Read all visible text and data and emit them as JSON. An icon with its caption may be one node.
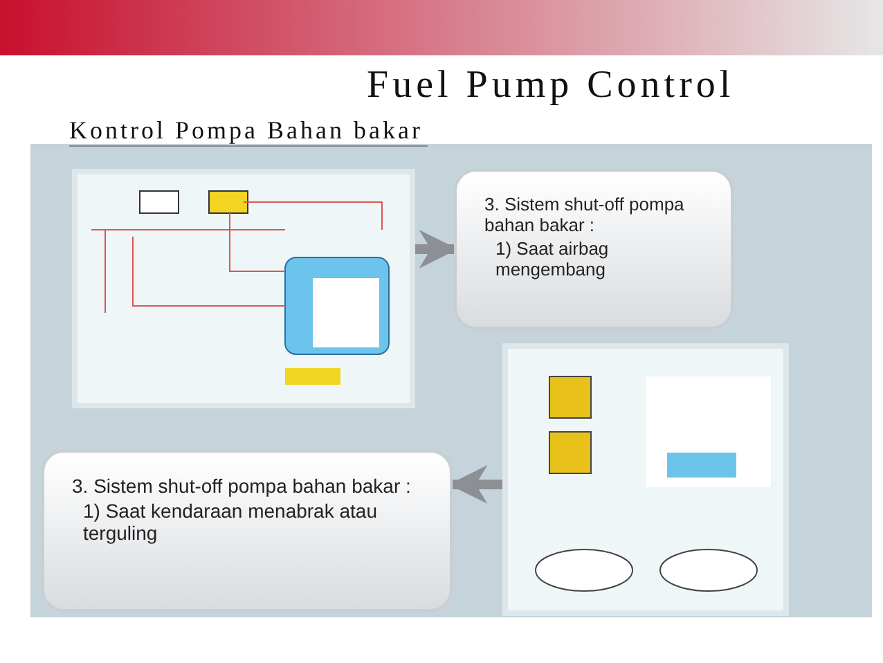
{
  "diagram": {
    "title": "Fuel Pump Control",
    "nodes": [
      {
        "text": [],
        "shape": "picture"
      },
      {
        "text": [
          "3. Sistem shut-off pompa bahan bakar :",
          "1) Saat airbag mengembang"
        ]
      },
      {
        "text": [],
        "shape": "picture"
      },
      {
        "text": [
          "3. Sistem shut-off pompa bahan bakar :",
          "1) Saat kendaraan menabrak atau terguling"
        ]
      }
    ],
    "edges": [
      {
        "from": 0,
        "to": 1,
        "arrow": "to"
      },
      {
        "from": 2,
        "to": 3,
        "arrow": "to"
      }
    ],
    "labels": [
      "Kontrol Pompa Bahan bakar"
    ]
  }
}
